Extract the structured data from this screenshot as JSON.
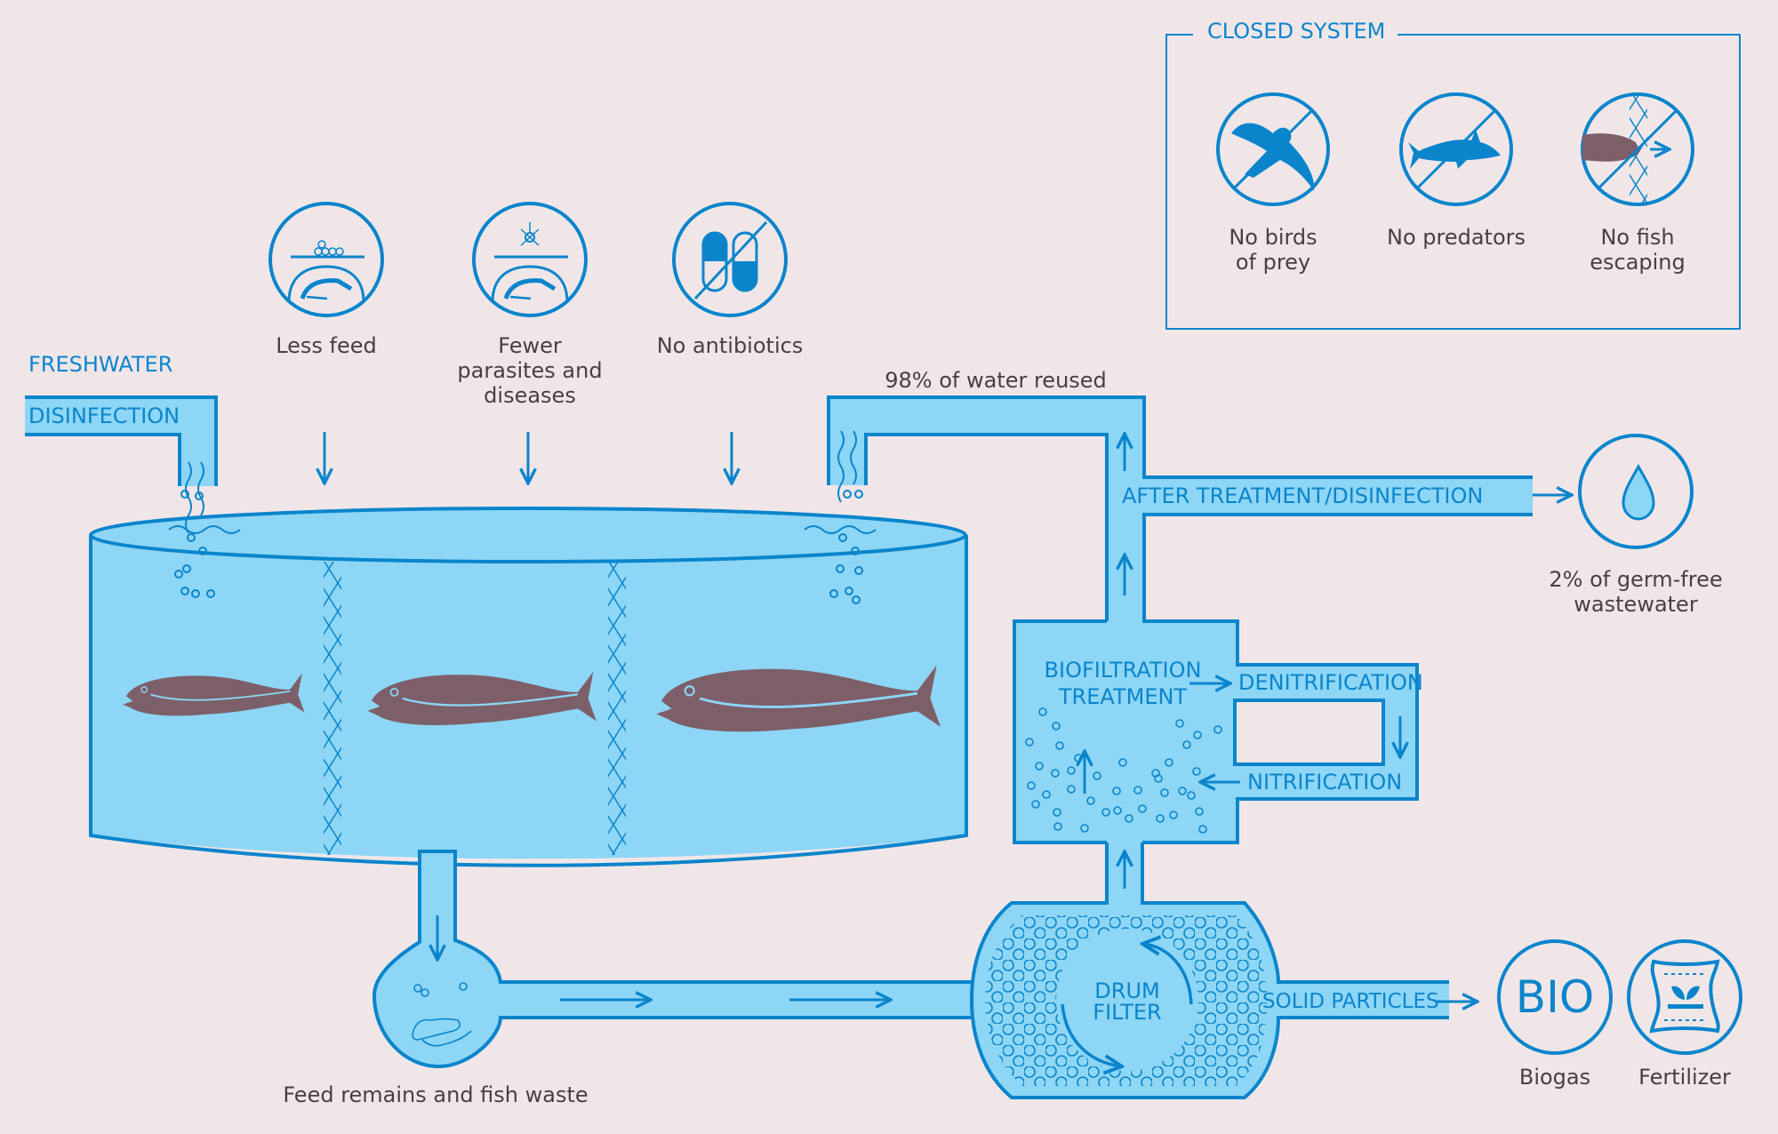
{
  "colors": {
    "background": "#f0e6e8",
    "stroke": "#0a85cc",
    "water": "#8dd6f5",
    "text": "#4a3e44",
    "fish": "#7d5f6a"
  },
  "closed_system": {
    "title": "CLOSED SYSTEM",
    "items": [
      {
        "icon": "no-birds-of-prey-icon",
        "line1": "No birds",
        "line2": "of prey"
      },
      {
        "icon": "no-predators-icon",
        "line1": "No predators",
        "line2": ""
      },
      {
        "icon": "no-fish-escaping-icon",
        "line1": "No fish",
        "line2": "escaping"
      }
    ]
  },
  "benefits": [
    {
      "icon": "less-feed-icon",
      "lines": [
        "Less feed"
      ]
    },
    {
      "icon": "fewer-parasites-icon",
      "lines": [
        "Fewer",
        "parasites and",
        "diseases"
      ]
    },
    {
      "icon": "no-antibiotics-icon",
      "lines": [
        "No antibiotics"
      ]
    }
  ],
  "inlet": {
    "freshwater_label": "FRESHWATER",
    "disinfection_label": "DISINFECTION"
  },
  "return_pipe": {
    "label": "98% of water reused"
  },
  "outflow": {
    "pipe_label": "AFTER TREATMENT/DISINFECTION",
    "result_lines": [
      "2% of germ-free",
      "wastewater"
    ],
    "icon": "water-drop-icon"
  },
  "biofilter": {
    "title_lines": [
      "BIOFILTRATION",
      "TREATMENT"
    ],
    "denitrification_label": "DENITRIFICATION",
    "nitrification_label": "NITRIFICATION"
  },
  "drum_filter": {
    "label_lines": [
      "DRUM",
      "FILTER"
    ],
    "solid_label": "SOLID PARTICLES"
  },
  "waste": {
    "label": "Feed remains and fish waste"
  },
  "outputs": [
    {
      "icon": "biogas-icon",
      "icon_text": "BIO",
      "label": "Biogas"
    },
    {
      "icon": "fertilizer-icon",
      "icon_text": "",
      "label": "Fertilizer"
    }
  ]
}
